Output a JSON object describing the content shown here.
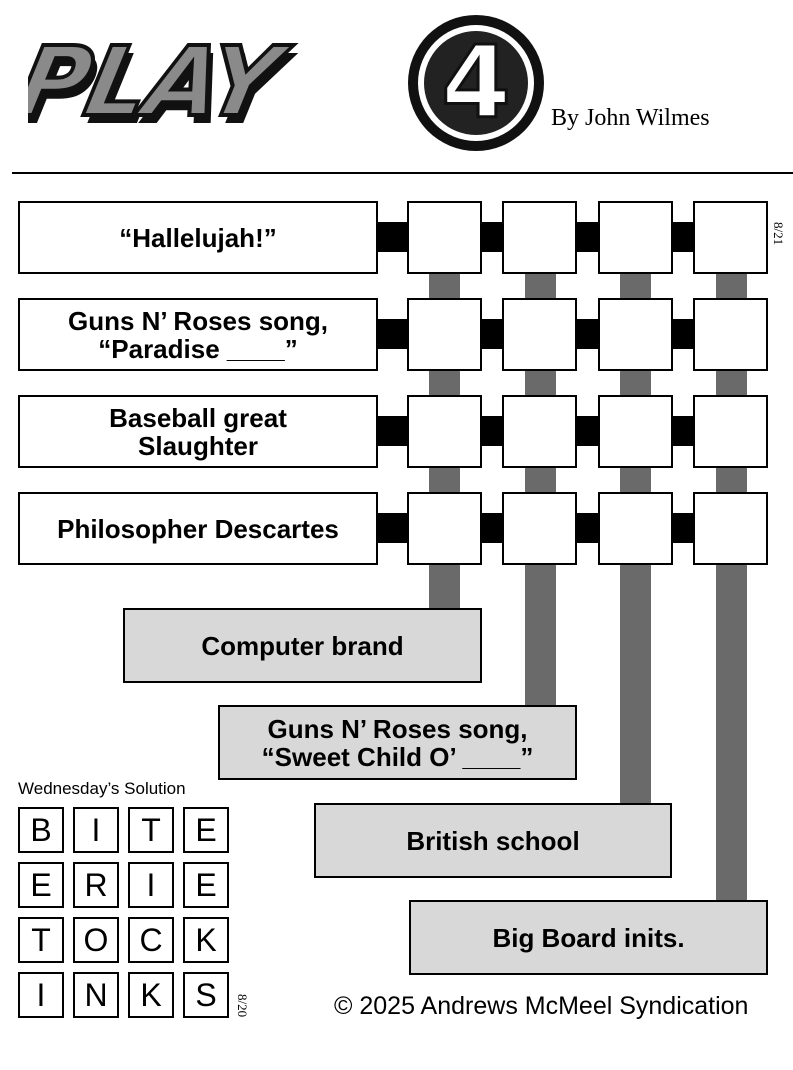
{
  "header": {
    "logo_text": "PLAY",
    "logo_number": "4",
    "byline": "By John Wilmes"
  },
  "puzzle": {
    "date": "8/21",
    "across_clues": [
      "“Hallelujah!”",
      "Guns N’ Roses song,\n“Paradise ____”",
      "Baseball great\nSlaughter",
      "Philosopher Descartes"
    ],
    "down_clues": [
      "Computer brand",
      "Guns N’ Roses song,\n“Sweet Child O’ ____”",
      "British school",
      "Big Board inits."
    ]
  },
  "solution": {
    "title": "Wednesday’s Solution",
    "date": "8/20",
    "rows": [
      [
        "B",
        "I",
        "T",
        "E"
      ],
      [
        "E",
        "R",
        "I",
        "E"
      ],
      [
        "T",
        "O",
        "C",
        "K"
      ],
      [
        "I",
        "N",
        "K",
        "S"
      ]
    ]
  },
  "footer": {
    "copyright": "© 2025 Andrews McMeel Syndication"
  }
}
